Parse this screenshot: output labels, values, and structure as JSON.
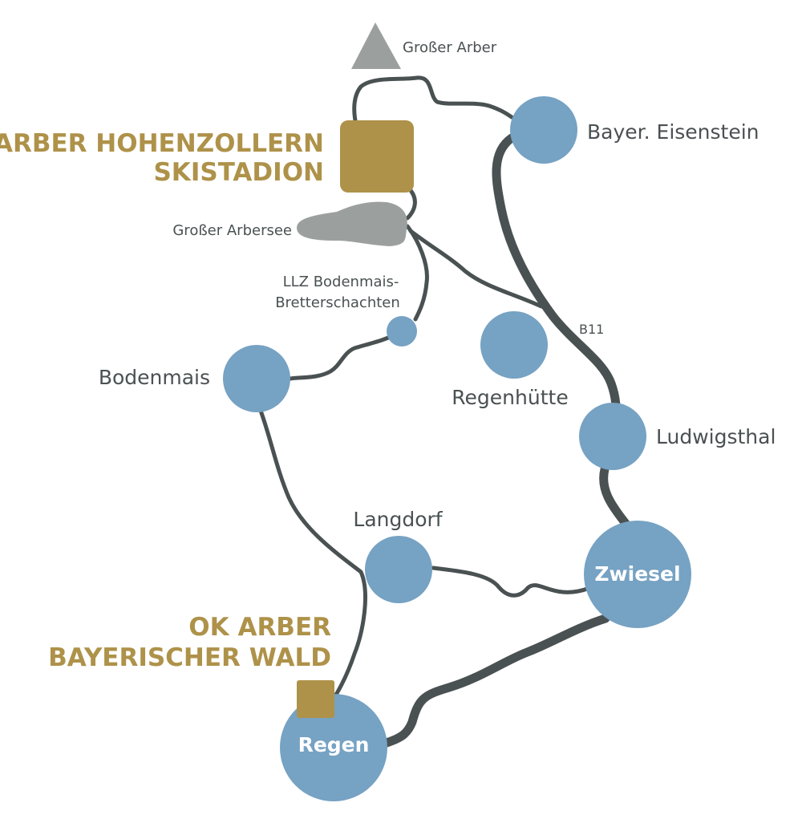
{
  "colors": {
    "town": "#76a2c3",
    "road": "#4a5152",
    "venue": "#ae9249",
    "terrain": "#9ba09f",
    "label": "#4a5152",
    "background": "#ffffff"
  },
  "icons": {
    "mountain": "triangle-mountain-icon",
    "lake": "lake-shape",
    "venue": "venue-square-marker"
  },
  "labels": {
    "mountain": "Großer Arber",
    "lake": "Großer Arbersee",
    "road_b11": "B11",
    "llz_line1": "LLZ Bodenmais-",
    "llz_line2": "Bretterschachten"
  },
  "venues": {
    "skistadion_line1": "ARBER HOHENZOLLERN",
    "skistadion_line2": "SKISTADION",
    "ok_line1": "OK ARBER",
    "ok_line2": "BAYERISCHER WALD"
  },
  "towns": {
    "bayer_eisenstein": "Bayer. Eisenstein",
    "regenhuette": "Regenhütte",
    "bodenmais": "Bodenmais",
    "ludwigsthal": "Ludwigsthal",
    "langdorf": "Langdorf",
    "zwiesel": "Zwiesel",
    "regen": "Regen"
  }
}
